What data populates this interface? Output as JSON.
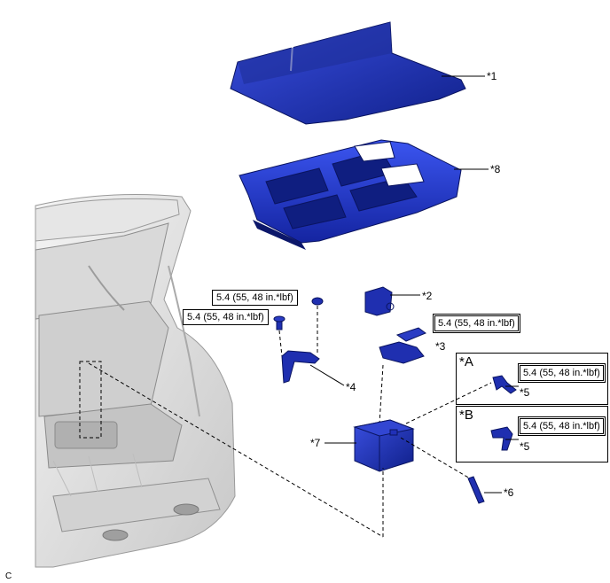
{
  "callouts": {
    "c1": "*1",
    "c2": "*2",
    "c3": "*3",
    "c4": "*4",
    "c5a": "*5",
    "c5b": "*5",
    "c6": "*6",
    "c7": "*7",
    "c8": "*8"
  },
  "torque": {
    "nut_left": "5.4 (55, 48 in.*lbf)",
    "bolt_left": "5.4 (55, 48 in.*lbf)",
    "clamp_center": "5.4 (55, 48 in.*lbf)",
    "terminal_a": "5.4 (55, 48 in.*lbf)",
    "terminal_b": "5.4 (55, 48 in.*lbf)"
  },
  "insets": {
    "a_label": "*A",
    "b_label": "*B"
  },
  "footer_code": "C",
  "colors": {
    "part_blue": "#1f2fb0",
    "part_dark": "#0e1a6e",
    "part_light": "#4a5fe0",
    "vehicle_grey": "#b9b9b9"
  }
}
